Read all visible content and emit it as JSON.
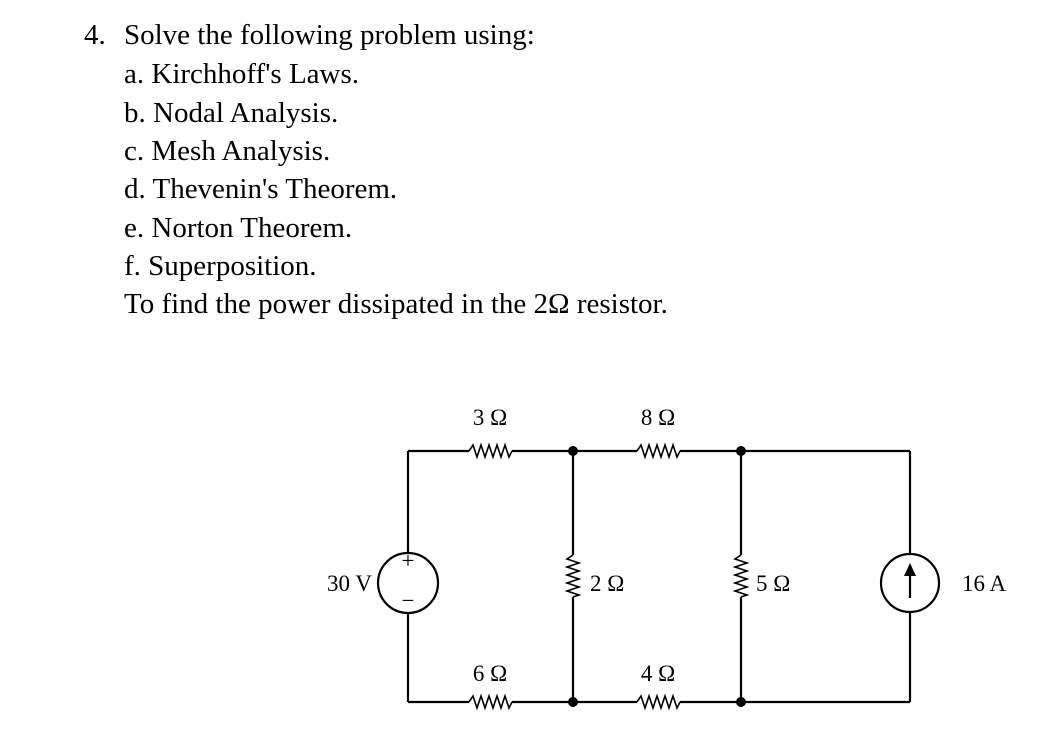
{
  "problem": {
    "number": "4.",
    "instruction": "Solve the following problem using:",
    "options": [
      "a.  Kirchhoff's Laws.",
      "b. Nodal Analysis.",
      "c. Mesh Analysis.",
      "d. Thevenin's Theorem.",
      "e. Norton Theorem.",
      "f. Superposition."
    ],
    "goal": "To find the power dissipated in the 2Ω resistor."
  },
  "circuit": {
    "resistors": {
      "r3": "3 Ω",
      "r8": "8 Ω",
      "r2": "2 Ω",
      "r5": "5 Ω",
      "r6": "6 Ω",
      "r4": "4 Ω"
    },
    "voltage_source": {
      "label": "30 V",
      "plus": "+",
      "minus": "−"
    },
    "current_source": {
      "label": "16 A"
    }
  }
}
